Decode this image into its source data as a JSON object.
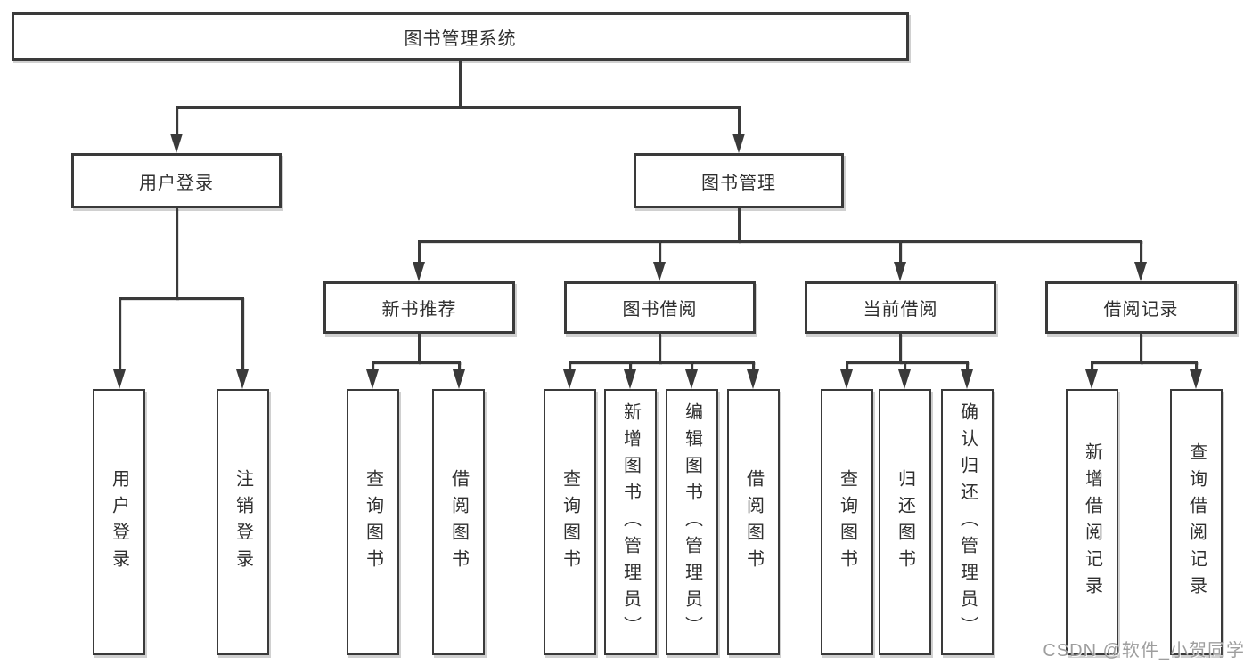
{
  "tree": {
    "label": "图书管理系统",
    "children": [
      {
        "label": "用户登录",
        "children": [
          {
            "label": "用户登录"
          },
          {
            "label": "注销登录"
          }
        ]
      },
      {
        "label": "图书管理",
        "children": [
          {
            "label": "新书推荐",
            "children": [
              {
                "label": "查询图书"
              },
              {
                "label": "借阅图书"
              }
            ]
          },
          {
            "label": "图书借阅",
            "children": [
              {
                "label": "查询图书"
              },
              {
                "label": "新增图书（管理员）"
              },
              {
                "label": "编辑图书（管理员）"
              },
              {
                "label": "借阅图书"
              }
            ]
          },
          {
            "label": "当前借阅",
            "children": [
              {
                "label": "查询图书"
              },
              {
                "label": "归还图书"
              },
              {
                "label": "确认归还（管理员）"
              }
            ]
          },
          {
            "label": "借阅记录",
            "children": [
              {
                "label": "新增借阅记录"
              },
              {
                "label": "查询借阅记录"
              }
            ]
          }
        ]
      }
    ]
  },
  "watermark": "CSDN @软件_小贺同学",
  "colors": {
    "line": "#3a3a3a",
    "background": "#ffffff",
    "watermark": "#969696"
  }
}
